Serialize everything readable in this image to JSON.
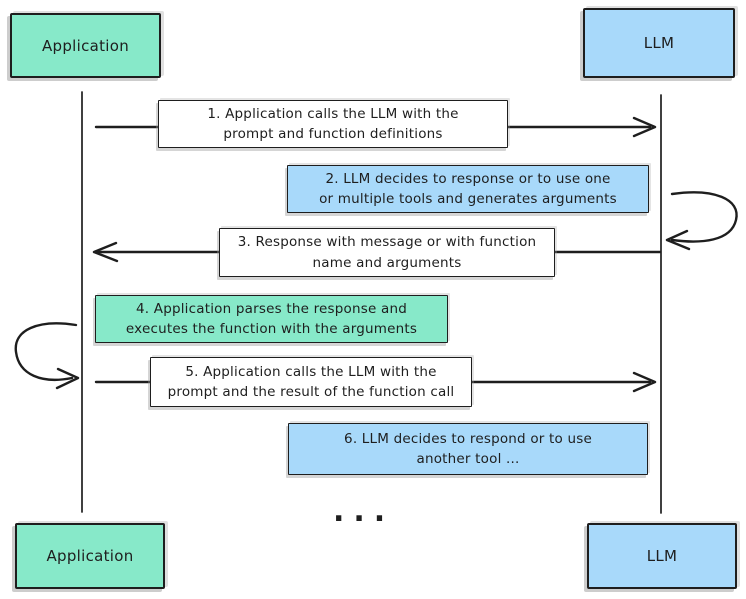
{
  "diagram": {
    "title_hint": "LLM function-calling sequence diagram",
    "colors": {
      "background": "#ffffff",
      "stroke": "#1e1e1e",
      "actor_application_fill": "#87e9c9",
      "actor_llm_fill": "#a8d9fa",
      "message_neutral_fill": "#ffffff"
    },
    "actors": [
      {
        "id": "application-top",
        "label": "Application",
        "fill": "#87e9c9"
      },
      {
        "id": "llm-top",
        "label": "LLM",
        "fill": "#a8d9fa"
      },
      {
        "id": "application-bottom",
        "label": "Application",
        "fill": "#87e9c9"
      },
      {
        "id": "llm-bottom",
        "label": "LLM",
        "fill": "#a8d9fa"
      }
    ],
    "messages": [
      {
        "num": 1,
        "from": "Application",
        "to": "LLM",
        "direction": "right",
        "fill": "#ffffff",
        "label": "1. Application calls the LLM with the\nprompt and function definitions"
      },
      {
        "num": 2,
        "from": "LLM",
        "to": "LLM",
        "direction": "self-loop-right",
        "fill": "#a8d9fa",
        "label": "2. LLM decides to response or to use one\nor multiple tools and generates arguments"
      },
      {
        "num": 3,
        "from": "LLM",
        "to": "Application",
        "direction": "left",
        "fill": "#ffffff",
        "label": "3. Response with message or with function\nname and arguments"
      },
      {
        "num": 4,
        "from": "Application",
        "to": "Application",
        "direction": "self-loop-left",
        "fill": "#87e9c9",
        "label": "4. Application parses the response and\nexecutes the function with the arguments"
      },
      {
        "num": 5,
        "from": "Application",
        "to": "LLM",
        "direction": "right",
        "fill": "#ffffff",
        "label": "5. Application calls the LLM with the\nprompt and the result of the function call"
      },
      {
        "num": 6,
        "from": "LLM",
        "to": "LLM",
        "direction": "none",
        "fill": "#a8d9fa",
        "label": "6. LLM decides to respond or to use\nanother tool ..."
      }
    ],
    "ellipsis": "..."
  }
}
